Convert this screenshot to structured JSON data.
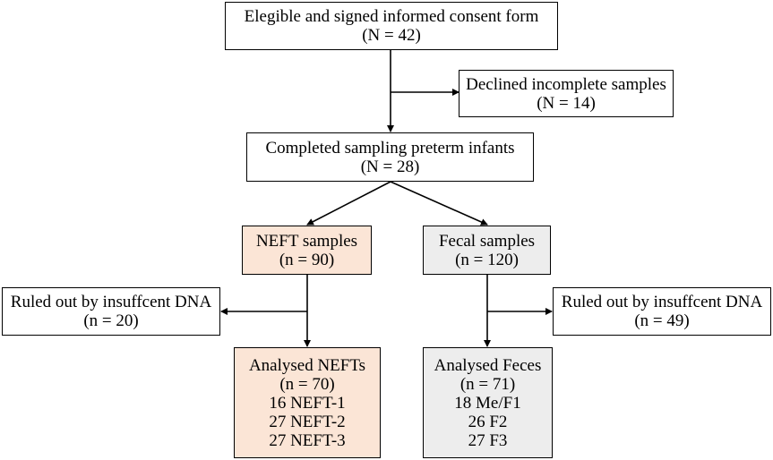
{
  "boxes": {
    "consent": {
      "title": "Elegible and signed informed consent form",
      "count": "(N = 42)"
    },
    "declined": {
      "title": "Declined incomplete samples",
      "count": "(N = 14)"
    },
    "completed": {
      "title": "Completed sampling preterm infants",
      "count": "(N = 28)"
    },
    "neft": {
      "title": "NEFT samples",
      "count": "(n = 90)",
      "fill": "#fbe5d6"
    },
    "fecal": {
      "title": "Fecal samples",
      "count": "(n = 120)",
      "fill": "#ededed"
    },
    "ruled_out_neft": {
      "title": "Ruled out by insuffcent DNA",
      "count": "(n = 20)"
    },
    "ruled_out_fecal": {
      "title": "Ruled out by insuffcent DNA",
      "count": "(n = 49)"
    },
    "analysed_nefts": {
      "title": "Analysed NEFTs",
      "count": "(n = 70)",
      "items": [
        "16 NEFT-1",
        "27 NEFT-2",
        "27 NEFT-3"
      ],
      "fill": "#fbe5d6"
    },
    "analysed_feces": {
      "title": "Analysed Feces",
      "count": "(n = 71)",
      "items": [
        "18 Me/F1",
        "26 F2",
        "27 F3"
      ],
      "fill": "#ededed"
    }
  }
}
